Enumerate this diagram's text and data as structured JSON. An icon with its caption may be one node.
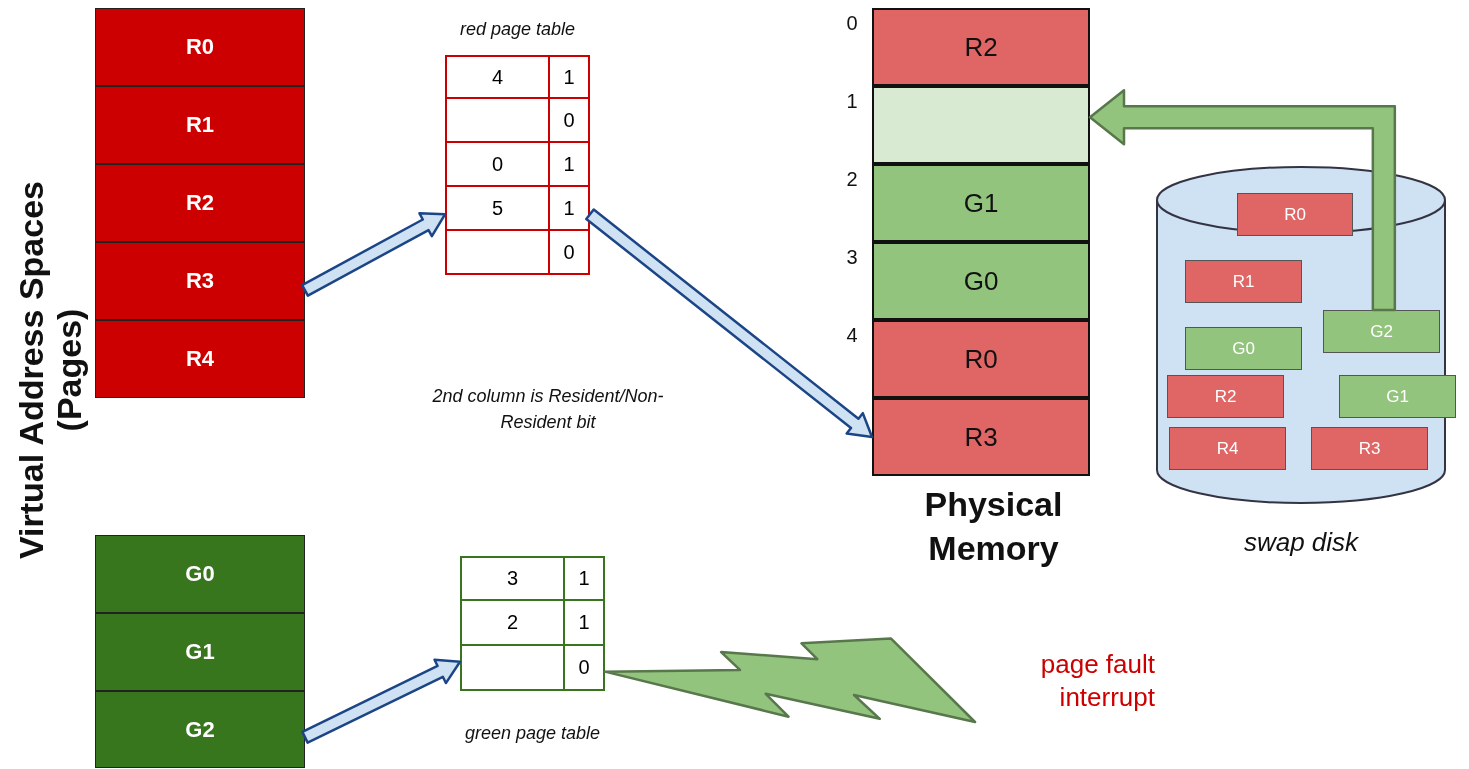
{
  "diagram": {
    "nodes": [
      {
        "text": [
          "R0"
        ]
      },
      {
        "text": [
          "R1"
        ]
      },
      {
        "text": [
          "R2"
        ]
      },
      {
        "text": [
          "R3"
        ]
      },
      {
        "text": [
          "R4"
        ]
      },
      {
        "text": [
          "red page table"
        ]
      },
      {
        "text": [
          "4",
          "1"
        ],
        "in": 5
      },
      {
        "text": [
          "0"
        ],
        "in": 5
      },
      {
        "text": [
          "0",
          "1"
        ],
        "in": 5
      },
      {
        "text": [
          "5",
          "1"
        ],
        "in": 5
      },
      {
        "text": [
          "0"
        ],
        "in": 5
      },
      {
        "text": [
          "G0"
        ]
      },
      {
        "text": [
          "G1"
        ]
      },
      {
        "text": [
          "G2"
        ]
      },
      {
        "text": [
          "green page table"
        ]
      },
      {
        "text": [
          "3",
          "1"
        ],
        "in": 14
      },
      {
        "text": [
          "2",
          "1"
        ],
        "in": 14
      },
      {
        "text": [
          "0"
        ],
        "in": 14
      },
      {
        "text": [
          "Physical Memory"
        ]
      },
      {
        "text": [
          "R2"
        ],
        "in": 18,
        "beside": [
          "0"
        ]
      },
      {
        "text": [],
        "shape": "box",
        "in": 18,
        "beside": [
          "1"
        ]
      },
      {
        "text": [
          "G1"
        ],
        "in": 18,
        "beside": [
          "2"
        ]
      },
      {
        "text": [
          "G0"
        ],
        "in": 18,
        "beside": [
          "3"
        ]
      },
      {
        "text": [
          "R0"
        ],
        "in": 18,
        "beside": [
          "4"
        ]
      },
      {
        "text": [
          "R3"
        ],
        "in": 18
      },
      {
        "text": [
          "swap disk"
        ]
      },
      {
        "text": [
          "R0"
        ],
        "in": 25
      },
      {
        "text": [
          "R1"
        ],
        "in": 25
      },
      {
        "text": [
          "G2"
        ],
        "in": 25
      },
      {
        "text": [
          "G0"
        ],
        "in": 25
      },
      {
        "text": [
          "R2"
        ],
        "in": 25
      },
      {
        "text": [
          "G1"
        ],
        "in": 25
      },
      {
        "text": [
          "R4"
        ],
        "in": 25
      },
      {
        "text": [
          "R3"
        ],
        "in": 25
      },
      {
        "text": [
          "page fault interrupt"
        ]
      }
    ],
    "edges": [
      {
        "from": 3,
        "to": 9,
        "arrow": "to"
      },
      {
        "from": 9,
        "to": 24,
        "arrow": "to"
      },
      {
        "from": 13,
        "to": 17,
        "arrow": "to"
      },
      {
        "from": 28,
        "to": 20,
        "arrow": "to",
        "color": "#93c47d"
      },
      {
        "from": 17,
        "to": 34,
        "arrow": "to",
        "color": "#93c47d"
      }
    ],
    "labels": [
      "Virtual Address Spaces (Pages)",
      "2nd column is Resident/Non-Resident bit"
    ]
  }
}
